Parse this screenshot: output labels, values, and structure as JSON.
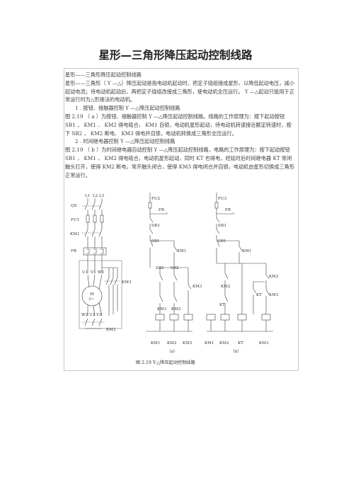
{
  "title": "星形—三角形降压起动控制线路",
  "body": {
    "paragraphs": [
      "星形——三角形降压起动控制线路",
      "星形——三角形（ Y —△）降压起动是指电动机起动时，把定子绕组接成星形，以降低起动电压，减小起动电流；待电动机起动后，再把定子绕组改接成三角形，使电动机全压运行。 Y —△起动只能用于正常运行时为△形接法的电动机。",
      "1 . 按钮、接触器控制 Y —△降压起动控制线路",
      "图 2.19 （ a ）为按钮、接触器控制 Y —△降压起动控制线路。线路的工作原理为：按下起动按钮 SB1 ， KM1 、 KM2 得电吸合， KM1 自锁，电动机星形起动，待电动机转速接近额定转速时，按下 SB2 ， KM2 断电、 KM3 得电并自锁，电动机转换成三角形全压运行。",
      "2 . 时间继电器控制 Y —△降压起动控制线路",
      "图 2.19 （ b ）为时间继电器自动控制 Y —△降压起动控制线路，电路的工作原理为：按下起动按钮 SB1 ， KM1 、 KM2 得电吸合，电动机星形起动，同时 KT 也得电，经延时后时间继电器 KT 常闭触头打开，使得 KM2 断电，常开触头闭合，使得 KM3 得电闭合并自锁，电动机由星形切换成三角形正常运行。"
    ]
  },
  "figure": {
    "caption": "图 2.19  Y-△降压起动控制线路",
    "panel_a": "（a）",
    "panel_b": "（b）",
    "main_labels": {
      "phases": [
        "L1",
        "L2",
        "L3"
      ],
      "qs": "QS",
      "fu1": "FU1",
      "km1": "KM1",
      "fr": "FR",
      "u1": "U1",
      "v1": "V1",
      "w1": "W1",
      "u2": "U2",
      "v2": "V2",
      "w2": "W2",
      "motor": "M",
      "motor_phase": "3~",
      "km2": "KM2",
      "km3": "KM3"
    },
    "circuit_a": {
      "fu2": "FU2",
      "fr": "FR",
      "sb3": "SB3",
      "sb1": "SB1",
      "km1_contact": "KM1",
      "sb2a": "SB2",
      "sb2b": "SB2",
      "km3_contact": "KM3",
      "km3_il": "KM3",
      "km2_il": "KM2",
      "coils": [
        "KM1",
        "KM2",
        "KM3"
      ]
    },
    "circuit_b": {
      "fu3": "FU3",
      "fr": "FR",
      "sb3": "SB3",
      "sb1": "SB1",
      "km1_contact": "KM1",
      "km2_contact": "KM2",
      "km3_contact": "KM3",
      "kt_nc": "KT",
      "kt_no": "KT",
      "km3_b": "KM3",
      "coils": [
        "KM1",
        "KM2",
        "KT",
        "KM3"
      ]
    }
  }
}
